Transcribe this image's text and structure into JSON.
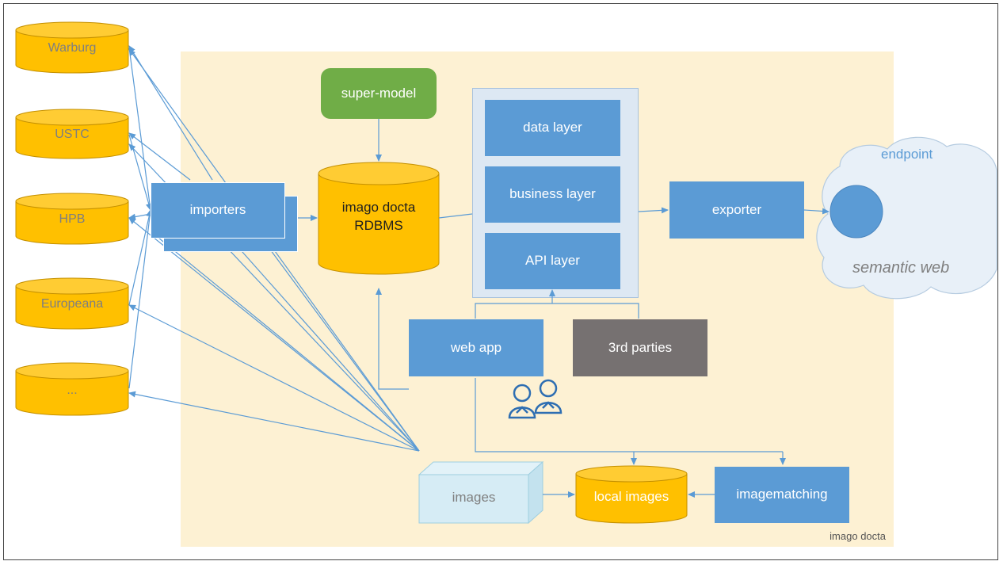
{
  "sources": [
    "Warburg",
    "USTC",
    "HPB",
    "Europeana",
    "..."
  ],
  "zone_label": "imago docta",
  "super_model": "super-model",
  "importers": "importers",
  "database": {
    "line1": "imago docta",
    "line2": "RDBMS"
  },
  "layers": {
    "data": "data layer",
    "business": "business layer",
    "api": "API layer"
  },
  "exporter": "exporter",
  "endpoint": "endpoint",
  "semantic_web": "semantic web",
  "web_app": "web app",
  "third_parties": "3rd parties",
  "images": "images",
  "local_images": "local images",
  "imagematching": "imagematching",
  "colors": {
    "accent_blue": "#5b9bd5",
    "database_orange": "#ffc000",
    "green": "#70ad47",
    "gray": "#767171",
    "zone_fill": "#fdf1d3"
  },
  "icons": {
    "users": "users-icon",
    "cloud": "cloud-icon",
    "endpoint": "endpoint-circle-icon"
  }
}
